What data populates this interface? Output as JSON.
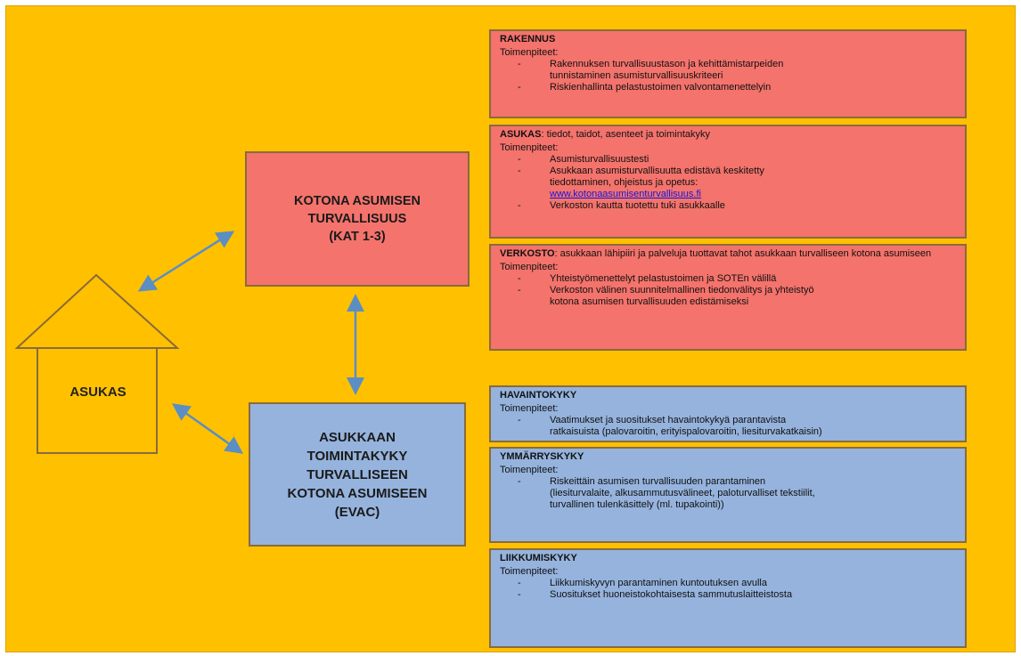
{
  "house": {
    "label": "ASUKAS"
  },
  "center_boxes": {
    "safety": {
      "lines": [
        "KOTONA ASUMISEN",
        "TURVALLISUUS",
        "(KAT 1-3)"
      ]
    },
    "capacity": {
      "lines": [
        "ASUKKAAN",
        "TOIMINTAKYKY",
        "TURVALLISEEN",
        "KOTONA ASUMISEEN",
        "(EVAC)"
      ]
    }
  },
  "panels": [
    {
      "color": "red",
      "title": "RAKENNUS",
      "title_rest": "",
      "subtitle": "Toimenpiteet:",
      "items": [
        "Rakennuksen turvallisuustason ja kehittämistarpeiden",
        "__cont__tunnistaminen asumisturvallisuuskriteeri",
        "Riskienhallinta pelastustoimen valvontamenettelyin"
      ]
    },
    {
      "color": "red",
      "title": "ASUKAS",
      "title_rest": ": tiedot, taidot, asenteet ja toimintakyky",
      "subtitle": "Toimenpiteet:",
      "items": [
        "Asumisturvallisuustesti",
        "Asukkaan asumisturvallisuutta edistävä keskitetty",
        "__cont__tiedottaminen, ohjeistus ja opetus:",
        "__link__www.kotonaasumisenturvallisuus.fi",
        "Verkoston kautta tuotettu tuki asukkaalle"
      ]
    },
    {
      "color": "red",
      "title": "VERKOSTO",
      "title_rest": ": asukkaan lähipiiri ja palveluja tuottavat tahot asukkaan turvalliseen kotona asumiseen",
      "subtitle": "Toimenpiteet:",
      "items": [
        "Yhteistyömenettelyt pelastustoimen ja SOTEn välillä",
        "Verkoston välinen suunnitelmallinen tiedonvälitys ja yhteistyö",
        "__cont__kotona asumisen turvallisuuden edistämiseksi"
      ]
    },
    {
      "color": "blue",
      "title": "HAVAINTOKYKY",
      "title_rest": "",
      "subtitle": "Toimenpiteet:",
      "items": [
        "Vaatimukset ja suositukset havaintokykyä parantavista",
        "__cont__ratkaisuista (palovaroitin, erityispalovaroitin, liesiturvakatkaisin)"
      ]
    },
    {
      "color": "blue",
      "title": "YMMÄRRYSKYKY",
      "title_rest": "",
      "subtitle": "Toimenpiteet:",
      "items": [
        "Riskeittäin asumisen turvallisuuden parantaminen",
        "__cont__(liesiturvalaite, alkusammutusvälineet, paloturvalliset tekstiilit,",
        "__cont__turvallinen tulenkäsittely (ml. tupakointi))"
      ]
    },
    {
      "color": "blue",
      "title": "LIIKKUMISKYKY",
      "title_rest": "",
      "subtitle": "Toimenpiteet:",
      "items": [
        "Liikkumiskyvyn parantaminen kuntoutuksen avulla",
        "Suositukset huoneistokohtaisesta sammutuslaitteistosta"
      ]
    }
  ],
  "colors": {
    "background": "#ffc000",
    "red": "#f4736c",
    "blue": "#95b3dd",
    "arrow": "#5b8ec2"
  }
}
